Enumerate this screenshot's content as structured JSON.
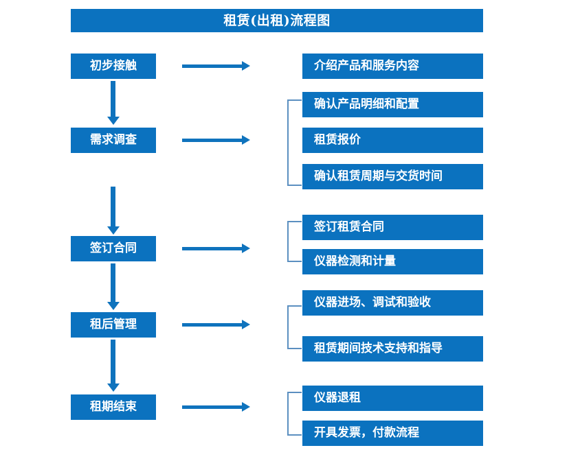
{
  "chart_data": {
    "type": "diagram",
    "title": "租赁(出租)流程图",
    "diagram_kind": "flowchart",
    "orientation": "vertical-with-branches",
    "stages": [
      {
        "label": "初步接触",
        "details": [
          "介绍产品和服务内容"
        ],
        "bracketed": false
      },
      {
        "label": "需求调查",
        "details": [
          "确认产品明细和配置",
          "租赁报价",
          "确认租赁周期与交货时间"
        ],
        "bracketed": true
      },
      {
        "label": "签订合同",
        "details": [
          "签订租赁合同",
          "仪器检测和计量"
        ],
        "bracketed": true
      },
      {
        "label": "租后管理",
        "details": [
          "仪器进场、调试和验收",
          "租赁期间技术支持和指导"
        ],
        "bracketed": true
      },
      {
        "label": "租期结束",
        "details": [
          "仪器退租",
          "开具发票，付款流程"
        ],
        "bracketed": true
      }
    ]
  },
  "title": {
    "text": "租赁(出租)流程图"
  },
  "colors": {
    "box_blue": "#0b72bf",
    "arrow_blue": "#0f73bd",
    "bracket_blue": "#5b8fc0",
    "text_white": "#ffffff",
    "background": "#ffffff"
  },
  "stages": [
    {
      "label": "初步接触"
    },
    {
      "label": "需求调查"
    },
    {
      "label": "签订合同"
    },
    {
      "label": "租后管理"
    },
    {
      "label": "租期结束"
    }
  ],
  "details": [
    {
      "label": "介绍产品和服务内容"
    },
    {
      "label": "确认产品明细和配置"
    },
    {
      "label": "租赁报价"
    },
    {
      "label": "确认租赁周期与交货时间"
    },
    {
      "label": "签订租赁合同"
    },
    {
      "label": "仪器检测和计量"
    },
    {
      "label": "仪器进场、调试和验收"
    },
    {
      "label": "租赁期间技术支持和指导"
    },
    {
      "label": "仪器退租"
    },
    {
      "label": "开具发票，付款流程"
    }
  ]
}
